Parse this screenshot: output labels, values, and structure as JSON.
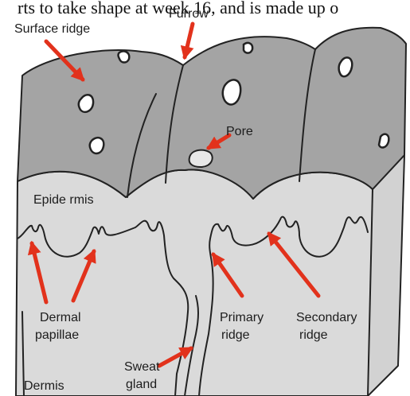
{
  "caption_top": "rts to take shape at week 16, and is made up o",
  "labels": {
    "surface_ridge": "Surface ridge",
    "furrow": "Furrow",
    "pore": "Pore",
    "epidermis": "Epide rmis",
    "dermal_line1": "Dermal",
    "dermal_line2": "papillae",
    "primary_line1": "Primary",
    "primary_line2": "ridge",
    "secondary_line1": "Secondary",
    "secondary_line2": "ridge",
    "sweat_line1": "Sweat",
    "sweat_line2": "gland",
    "dermis": "Dermis"
  },
  "colors": {
    "arrow": "#e2321c",
    "top_surface": "#a4a4a4",
    "front_face": "#dadada",
    "outline": "#222222"
  }
}
